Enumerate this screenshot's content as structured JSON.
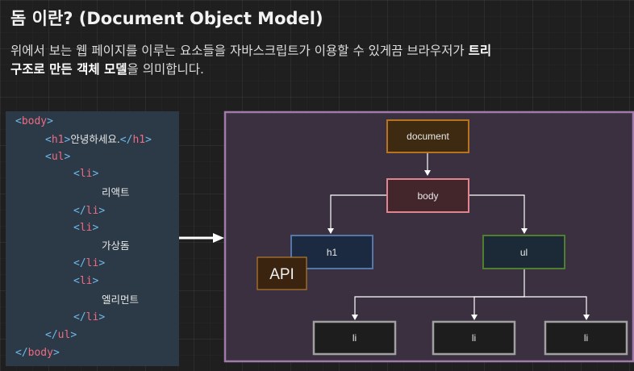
{
  "header": {
    "title": "돔 이란? (Document Object Model)",
    "description_prefix": "위에서 보는 웹 페이지를 이루는 요소들을 자바스크립트가 이용할 수 있게끔 브라우저가 ",
    "description_bold1": "트리",
    "description_bold2": "구조로 만든 객체 모델",
    "description_suffix": "을 의미합니다."
  },
  "code": {
    "body_open": "body",
    "h1_tag": "h1",
    "h1_text": "안녕하세요.",
    "ul_tag": "ul",
    "li_tag": "li",
    "items": [
      "리액트",
      "가상돔",
      "엘리먼트"
    ],
    "open_bracket": "<",
    "close_bracket": ">",
    "end_open_bracket": "</"
  },
  "diagram": {
    "nodes": {
      "document": "document",
      "body": "body",
      "h1": "h1",
      "ul": "ul",
      "li1": "li",
      "li2": "li",
      "li3": "li"
    },
    "api_label": "API",
    "colors": {
      "panel_border": "#a07aa8",
      "panel_fill": "#3a3040",
      "document_border": "#b8731f",
      "document_fill": "#3d2a10",
      "body_border": "#e08590",
      "body_fill": "#43262c",
      "h1_border": "#5577a8",
      "h1_fill": "#1b2a40",
      "ul_border": "#4f7f2e",
      "ul_fill": "#1b2a36",
      "li_border": "#a0a0a0",
      "li_fill": "#1d1d1d",
      "api_border": "#b47a30",
      "api_fill": "#3a2410"
    }
  }
}
